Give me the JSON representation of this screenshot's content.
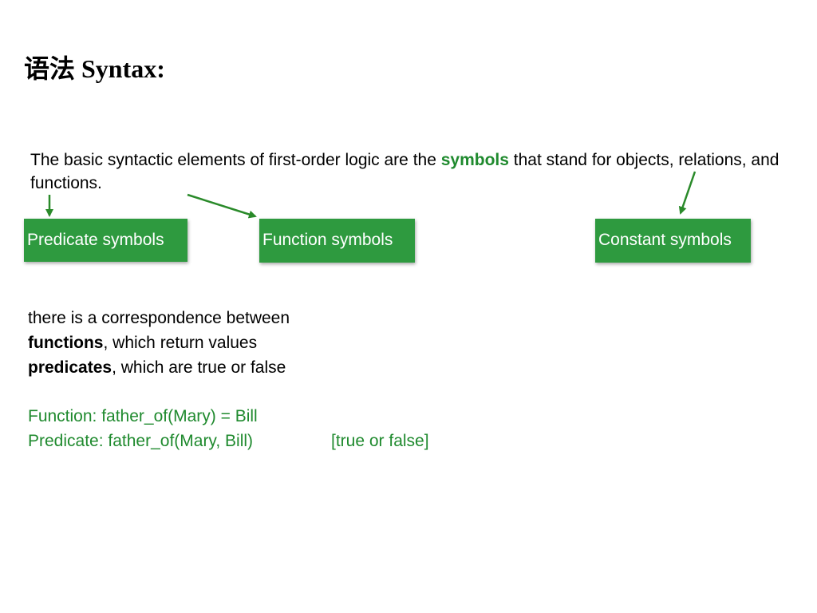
{
  "title": "语法 Syntax:",
  "intro": {
    "before": "The basic syntactic elements of first-order logic are the ",
    "highlight": "symbols",
    "after": " that stand for objects, relations, and functions."
  },
  "boxes": {
    "predicate": "Predicate symbols",
    "function": "Function symbols",
    "constant": "Constant symbols"
  },
  "correspondence": {
    "line1": "there is a correspondence between",
    "line2_bold": "functions",
    "line2_rest": ", which return values",
    "line3_bold": "predicates",
    "line3_rest": ", which are true or false"
  },
  "examples": {
    "function_example": "Function: father_of(Mary) = Bill",
    "predicate_example": "Predicate: father_of(Mary, Bill)",
    "truth_note": "[true or false]"
  },
  "colors": {
    "accent_green": "#1f8a2e",
    "box_green": "#2e9a3f",
    "arrow_green": "#2a8a2a"
  }
}
